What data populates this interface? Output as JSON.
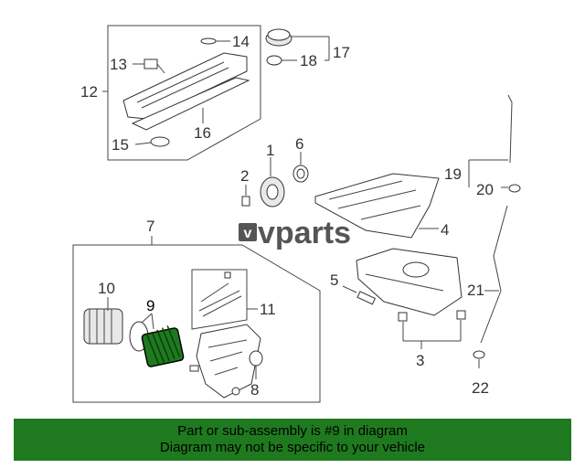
{
  "brand": {
    "logo_text": "vparts",
    "logo_mark": "v",
    "highlight_color": "#1f7a1f"
  },
  "callouts": {
    "c1": "1",
    "c2": "2",
    "c3": "3",
    "c4": "4",
    "c5": "5",
    "c6": "6",
    "c7": "7",
    "c8": "8",
    "c9": "9",
    "c10": "10",
    "c11": "11",
    "c12": "12",
    "c13": "13",
    "c14": "14",
    "c15": "15",
    "c16": "16",
    "c17": "17",
    "c18": "18",
    "c19": "19",
    "c20": "20",
    "c21": "21",
    "c22": "22"
  },
  "banner": {
    "line1": "Part or sub-assembly is #9 in diagram",
    "line2": "Diagram may not be specific to your vehicle"
  }
}
